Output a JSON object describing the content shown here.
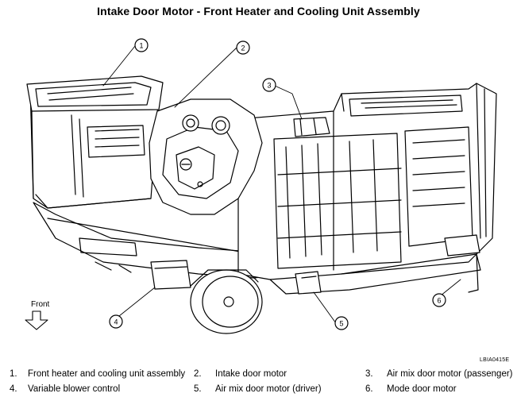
{
  "title": "Intake Door Motor - Front Heater and Cooling Unit Assembly",
  "front_label": "Front",
  "figure_code": "LBIA0415E",
  "callouts": [
    "1",
    "2",
    "3",
    "4",
    "5",
    "6"
  ],
  "legend": [
    {
      "num": "1.",
      "label": "Front heater and cooling unit assembly"
    },
    {
      "num": "2.",
      "label": "Intake door motor"
    },
    {
      "num": "3.",
      "label": "Air mix door motor (passenger)"
    },
    {
      "num": "4.",
      "label": "Variable blower control"
    },
    {
      "num": "5.",
      "label": "Air mix door motor (driver)"
    },
    {
      "num": "6.",
      "label": "Mode door motor"
    }
  ]
}
